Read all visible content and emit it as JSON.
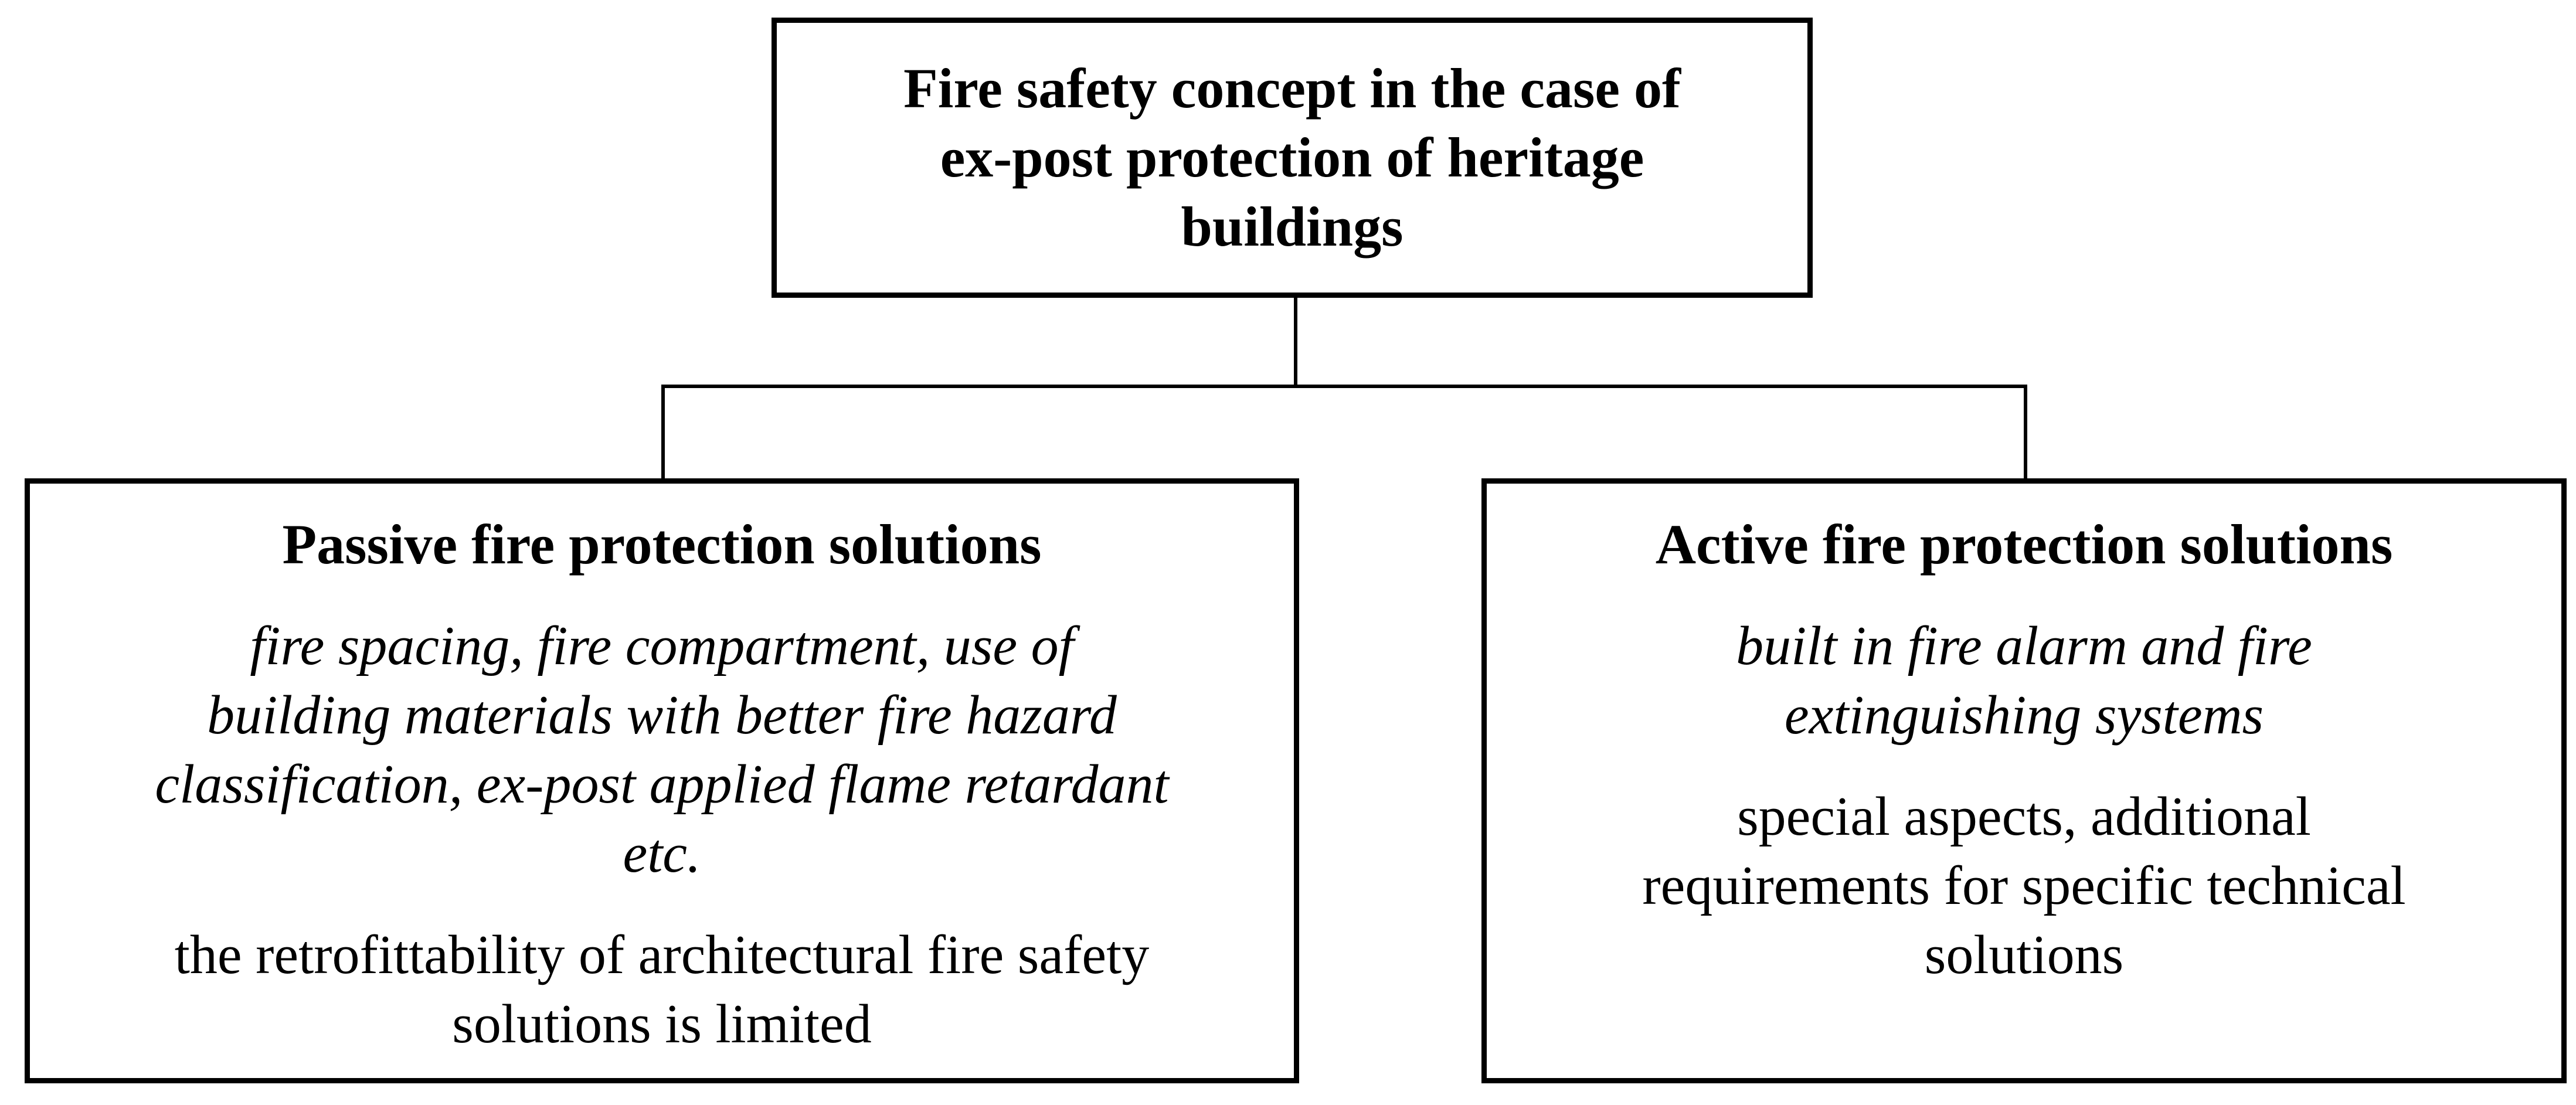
{
  "diagram": {
    "root": {
      "title": "Fire safety concept in the case of\nex-post protection of heritage\nbuildings"
    },
    "passive": {
      "heading": "Passive fire protection solutions",
      "examples": "fire spacing, fire compartment, use of\nbuilding materials with better fire hazard\nclassification, ex-post applied flame retardant\netc.",
      "note": "the retrofittability of architectural fire safety\nsolutions is limited"
    },
    "active": {
      "heading": "Active fire protection solutions",
      "examples": "built in fire alarm and fire\nextinguishing systems",
      "note": "special aspects, additional\nrequirements for specific technical\nsolutions"
    },
    "colors": {
      "line": "#000000",
      "background": "#ffffff",
      "text": "#000000"
    }
  }
}
